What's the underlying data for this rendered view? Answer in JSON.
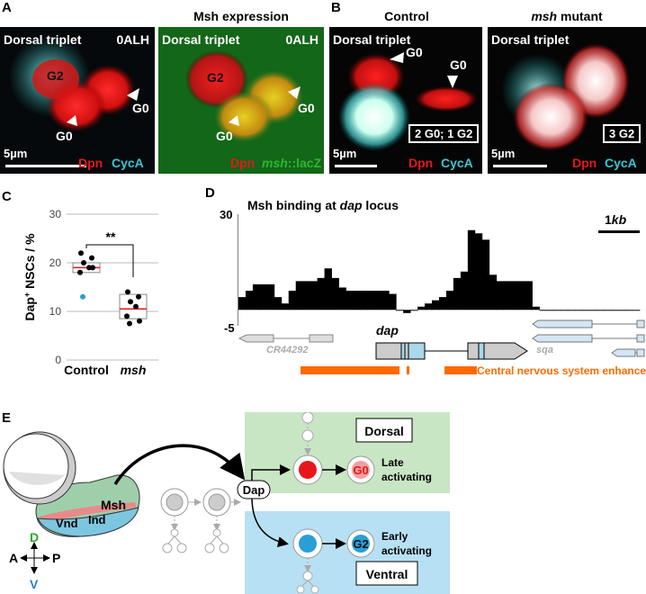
{
  "panels": {
    "a": {
      "letter": "A",
      "title": "Msh expression",
      "left": {
        "label": "Dorsal triplet",
        "stage": "0ALH",
        "g2": "G2",
        "g0a": "G0",
        "g0b": "G0",
        "scale": "5µm",
        "stain1": "Dpn",
        "stain2": "CycA"
      },
      "right": {
        "label": "Dorsal triplet",
        "stage": "0ALH",
        "g2": "G2",
        "g0a": "G0",
        "g0b": "G0",
        "stain1": "Dpn",
        "stain2_italic": "msh",
        "stain2_rest": "::lacZ"
      }
    },
    "b": {
      "letter": "B",
      "title_control": "Control",
      "title_mutant_italic": "msh",
      "title_mutant_rest": " mutant",
      "left": {
        "label": "Dorsal triplet",
        "g0a": "G0",
        "g0b": "G0",
        "box": "2 G0; 1 G2",
        "scale": "5µm",
        "stain1": "Dpn",
        "stain2": "CycA"
      },
      "right": {
        "label": "Dorsal triplet",
        "box": "3 G2",
        "scale": "5µm",
        "stain1": "Dpn",
        "stain2": "CycA"
      }
    },
    "c": {
      "letter": "C",
      "significance": "**"
    },
    "d": {
      "letter": "D",
      "title_pre": "Msh binding at ",
      "title_italic": "dap",
      "title_post": " locus",
      "ytop": "30",
      "ybottom": "-5",
      "scale": "1",
      "scale_unit": "kb",
      "gene_cr": "CR44292",
      "gene_dap": "dap",
      "gene_sqa": "sqa",
      "enhancers": "Central nervous system enhancers"
    },
    "e": {
      "letter": "E",
      "msh": "Msh",
      "ind": "Ind",
      "vnd": "Vnd",
      "dap": "Dap",
      "dorsal": "Dorsal",
      "ventral": "Ventral",
      "g0": "G0",
      "g2": "G2",
      "late1": "Late",
      "late2": "activating",
      "early1": "Early",
      "early2": "activating",
      "axis_d": "D",
      "axis_v": "V",
      "axis_a": "A",
      "axis_p": "P"
    }
  },
  "chart_data": [
    {
      "type": "box",
      "ylabel_pre": "Dap",
      "ylabel_sup": "+",
      "ylabel_post": " NSCs / %",
      "ylim": [
        0,
        30
      ],
      "yticks": [
        "0",
        "10",
        "20",
        "30"
      ],
      "categories": [
        "Control",
        "msh"
      ],
      "groups": [
        {
          "name": "Control",
          "q1": 18,
          "median": 19,
          "q3": 20,
          "points": [
            22,
            21,
            20,
            19,
            18,
            19,
            13
          ]
        },
        {
          "name": "msh",
          "q1": 8.5,
          "median": 10.5,
          "q3": 13.5,
          "points": [
            14,
            13,
            12,
            11,
            9,
            8,
            7.5
          ]
        }
      ]
    },
    {
      "type": "area",
      "title": "Msh binding at dap locus",
      "ylim": [
        -5,
        30
      ],
      "values": [
        4,
        6,
        8,
        8,
        8,
        4,
        2,
        6,
        9,
        9,
        9,
        10,
        13,
        10,
        7,
        6,
        6,
        6,
        6,
        6,
        6,
        5,
        0,
        -1,
        0,
        1,
        2,
        3,
        4,
        6,
        10,
        12,
        25,
        24,
        22,
        11,
        9,
        9,
        9,
        9,
        9,
        1,
        0,
        0,
        0,
        0,
        0,
        0,
        0,
        0,
        0,
        0,
        0,
        0,
        0,
        0
      ]
    }
  ],
  "colors": {
    "red": "#e8161b",
    "cyan": "#39c8d6",
    "green": "#2fb52f",
    "orange": "#ff6a00",
    "blue": "#2a9fd6"
  }
}
